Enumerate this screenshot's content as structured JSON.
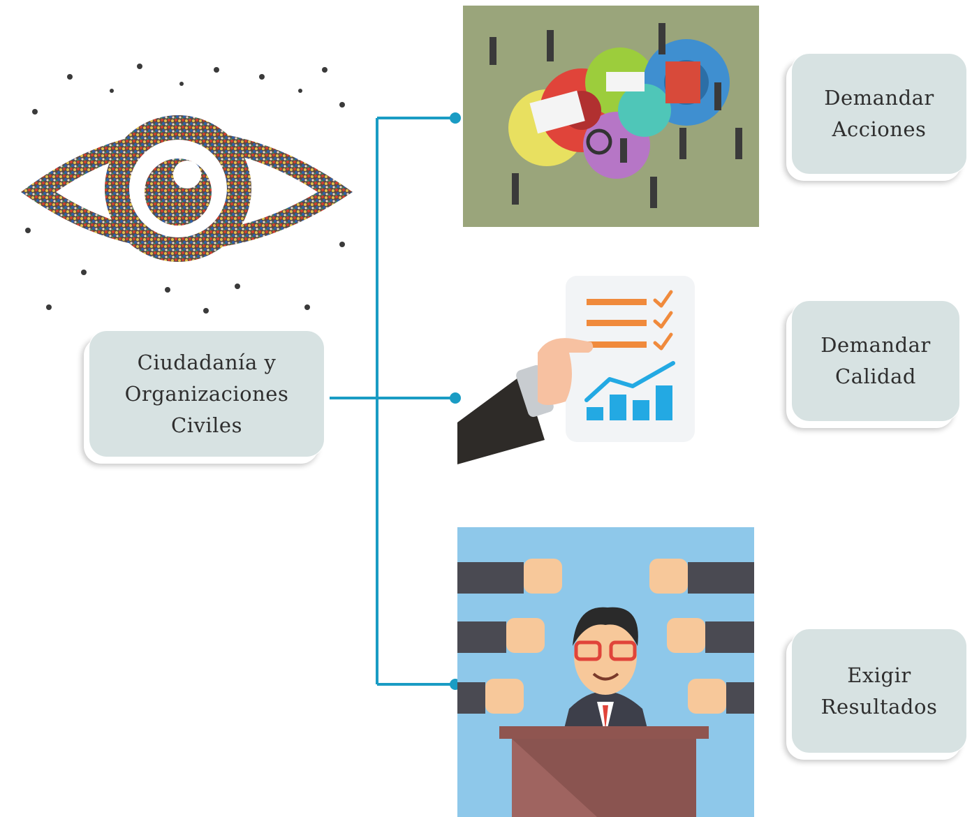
{
  "source_node": {
    "label": "Ciudadanía y\nOrganizaciones\nCiviles"
  },
  "targets": [
    {
      "label": "Demandar\nAcciones",
      "image_icon": "gears-team-illustration"
    },
    {
      "label": "Demandar\nCalidad",
      "image_icon": "hand-checklist-chart-illustration"
    },
    {
      "label": "Exigir\nResultados",
      "image_icon": "speaker-thumbs-up-illustration"
    }
  ],
  "source_image_icon": "crowd-eye-illustration",
  "colors": {
    "connector": "#1a9cc4",
    "card_fill": "#d7e2e2",
    "panel_green": "#9aa57b",
    "panel_blue": "#8ec8ea",
    "check_orange": "#f08a3c",
    "chart_blue": "#23a9e3"
  }
}
